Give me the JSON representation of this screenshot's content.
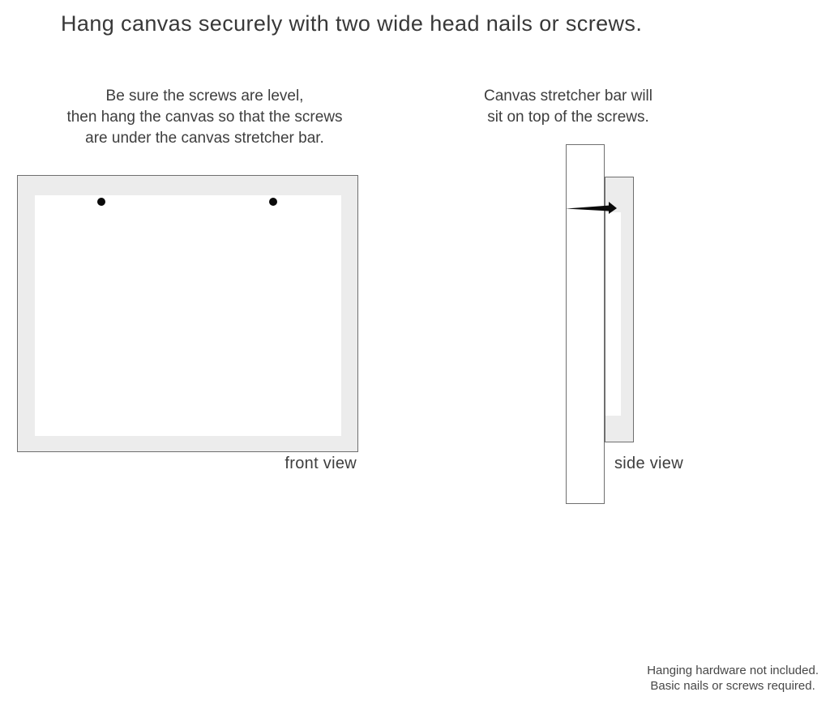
{
  "title": "Hang canvas securely with two wide head nails or screws.",
  "instructions": {
    "left": "Be sure the screws are level,\nthen hang the canvas so that the screws\nare under the canvas stretcher bar.",
    "right": "Canvas stretcher bar will\nsit on top of the screws."
  },
  "front_view": {
    "label": "front view",
    "screw_count": 2
  },
  "side_view": {
    "label": "side view"
  },
  "footnote": "Hanging hardware not included.\nBasic nails or screws required.",
  "icons": {
    "screw": "screw-dot",
    "nail": "nail-icon"
  },
  "colors": {
    "background": "#ffffff",
    "canvas_frame": "#ececec",
    "outline": "#6f6f6f",
    "text": "#3e3e3e",
    "hardware": "#0a0a0a"
  }
}
